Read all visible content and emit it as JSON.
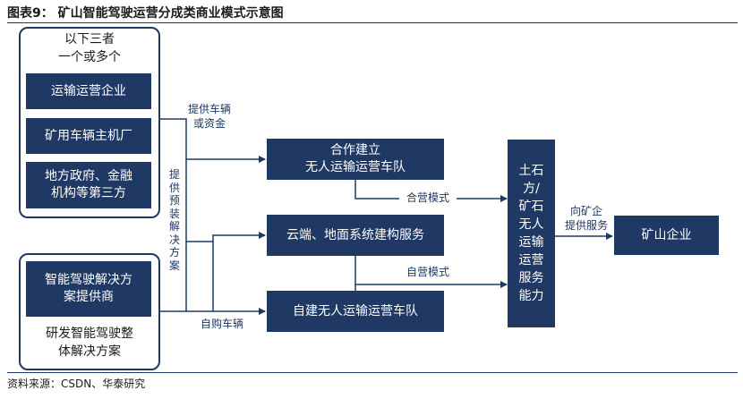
{
  "header": {
    "title": "图表9：    矿山智能驾驶运营分成类商业模式示意图"
  },
  "left_top_group": {
    "heading": "以下三者\n一个或多个",
    "items": [
      "运输运营企业",
      "矿用车辆主机厂",
      "地方政府、金融\n机构等第三方"
    ]
  },
  "left_bottom_group": {
    "box": "智能驾驶解决方\n案提供商",
    "caption": "研发智能驾驶整\n体解决方案"
  },
  "center_boxes": [
    "合作建立\n无人运输运营车队",
    "云端、地面系统建构服务",
    "自建无人运输运营车队"
  ],
  "service_box": "土石\n方/\n矿石\n无人\n运输\n运营\n服务\n能力",
  "mining_box": "矿山企业",
  "edge_labels": {
    "provide_vehicles": "提供车辆\n或资金",
    "provide_solution": "提供预装解决方案",
    "self_purchase": "自购车辆",
    "joint_mode": "合营模式",
    "self_mode": "自营模式",
    "to_mining": "向矿企\n提供服务"
  },
  "footer": {
    "source": "资料来源：CSDN、华泰研究"
  },
  "colors": {
    "navy": "#1f3864",
    "white": "#ffffff",
    "text": "#1a1a1a"
  }
}
